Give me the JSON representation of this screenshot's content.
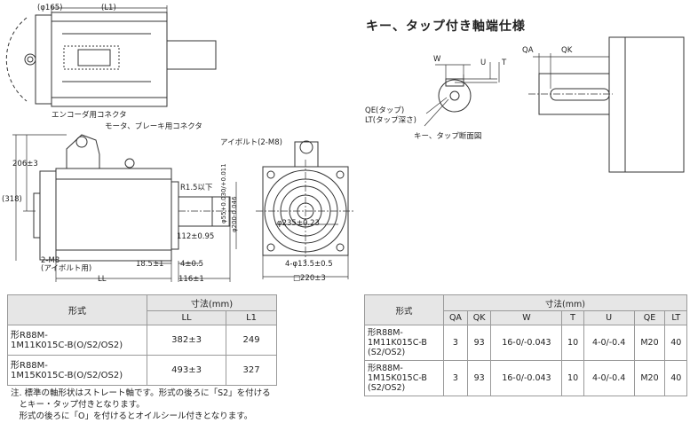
{
  "right_title": "キー、タップ付き軸端仕様",
  "top_view": {
    "dia_label": "(φ165)",
    "l1_label": "(L1)"
  },
  "side_view": {
    "encoder_connector": "エンコーダ用コネクタ",
    "motor_brake_connector": "モータ、ブレーキ用コネクタ",
    "h318": "(318)",
    "h206": "206±3",
    "radius": "R1.5以下",
    "dim_112": "112±0.95",
    "dim_18_5": "18.5±1",
    "dim_4": "4±0.5",
    "dim_116": "116±1",
    "ll": "LL",
    "bolt_bottom_line1": "2-M8",
    "bolt_bottom_line2": "(アイボルト用)",
    "shaft_dia": "φ55+0.030/+0.011",
    "flange_dia": "φ200-0.046"
  },
  "front_view": {
    "eyebolt": "アイボルト(2-M8)",
    "pcd": "φ235±0.23",
    "holes": "4-φ13.5±0.5",
    "square": "□220±3"
  },
  "key_view": {
    "w": "W",
    "u": "U",
    "t": "T",
    "qa": "QA",
    "qk": "QK",
    "qe": "QE(タップ)",
    "lt": "LT(タップ深さ)",
    "section": "キー、タップ断面図"
  },
  "left_table": {
    "group_header": "寸法(mm)",
    "model_header": "形式",
    "columns": [
      "LL",
      "L1"
    ],
    "rows": [
      {
        "model": "形R88M-\n1M11K015C-B(O/S2/OS2)",
        "ll": "382±3",
        "l1": "249"
      },
      {
        "model": "形R88M-\n1M15K015C-B(O/S2/OS2)",
        "ll": "493±3",
        "l1": "327"
      }
    ]
  },
  "right_table": {
    "group_header": "寸法(mm)",
    "model_header": "形式",
    "columns": [
      "QA",
      "QK",
      "W",
      "T",
      "U",
      "QE",
      "LT"
    ],
    "rows": [
      {
        "model": "形R88M-\n1M11K015C-B\n(S2/OS2)",
        "qa": "3",
        "qk": "93",
        "w": "16-0/-0.043",
        "t": "10",
        "u": "4-0/-0.4",
        "qe": "M20",
        "lt": "40"
      },
      {
        "model": "形R88M-\n1M15K015C-B\n(S2/OS2)",
        "qa": "3",
        "qk": "93",
        "w": "16-0/-0.043",
        "t": "10",
        "u": "4-0/-0.4",
        "qe": "M20",
        "lt": "40"
      }
    ]
  },
  "note": "注. 標準の軸形状はストレート軸です。形式の後ろに「S2」を付ける\n　とキー・タップ付きとなります。\n　形式の後ろに「O」を付けるとオイルシール付きとなります。"
}
